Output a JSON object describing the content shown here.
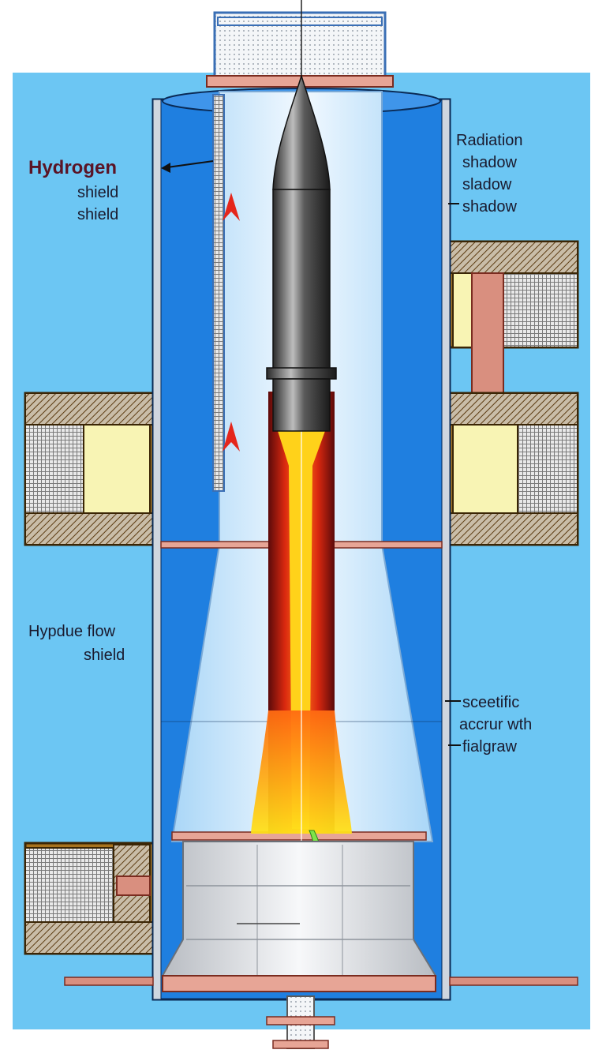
{
  "labels": {
    "hydrogen_shield_title": "Hydrogen",
    "hydrogen_shield_line2": "shield",
    "hydrogen_shield_line3": "shield",
    "radiation_line1": "Radiation",
    "radiation_line2": "shadow",
    "radiation_line3": "sladow",
    "radiation_line4": "shadow",
    "flow_line1": "Hypdue flow",
    "flow_line2": "shield",
    "scientific_line1": "sceetific",
    "scientific_line2": "accrur wth",
    "scientific_line3": "fialgraw"
  },
  "colors": {
    "sky_background": "#6cc6f3",
    "vessel_blue": "#1f7fe0",
    "inner_chamber": "#d6ecfb",
    "flame_red": "#d9280f",
    "flame_yellow": "#ffe21a",
    "brown_block": "#a8731e",
    "cream_block": "#f8f4b4",
    "copper_plate": "#d98f7f"
  }
}
